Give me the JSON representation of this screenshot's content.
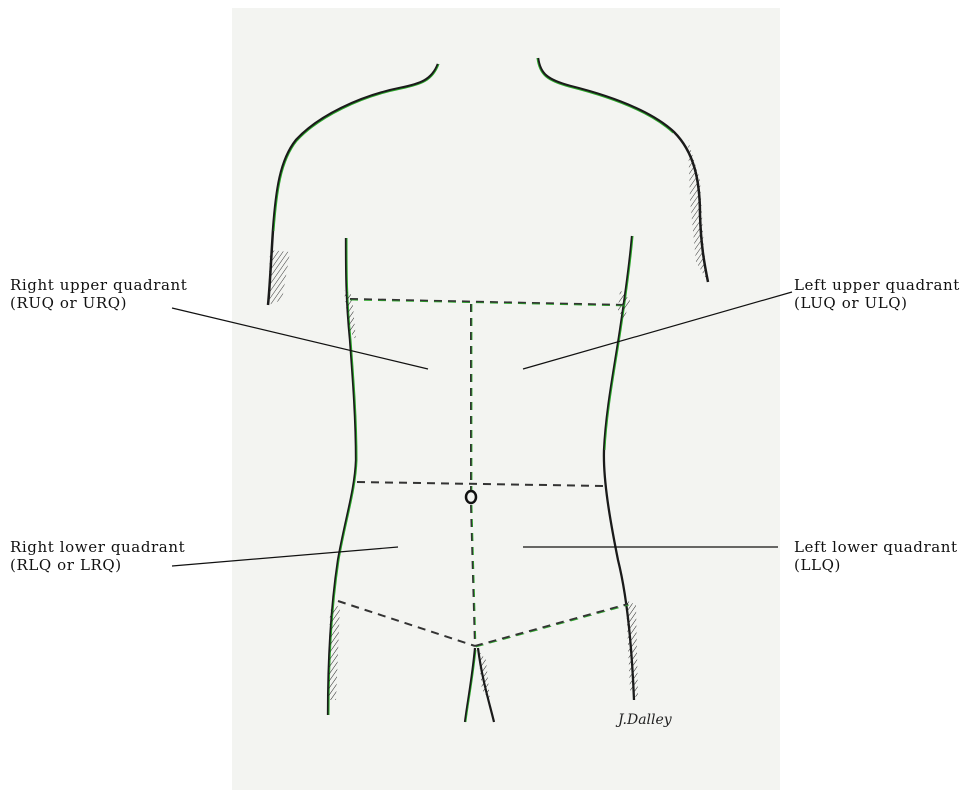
{
  "labels": {
    "ruq": {
      "line1": "Right upper quadrant",
      "line2": "(RUQ or URQ)"
    },
    "luq": {
      "line1": "Left upper quadrant",
      "line2": "(LUQ or ULQ)"
    },
    "rlq": {
      "line1": "Right lower quadrant",
      "line2": "(RLQ or LRQ)"
    },
    "llq": {
      "line1": "Left lower quadrant",
      "line2": "(LLQ)"
    }
  },
  "signature": "J.Dalley",
  "colors": {
    "outline": "#1a1a1a",
    "outline_highlight": "#2aa52a",
    "dashed_line": "#333333",
    "dashed_highlight": "#2aa52a",
    "paper": "#f3f4f1"
  }
}
